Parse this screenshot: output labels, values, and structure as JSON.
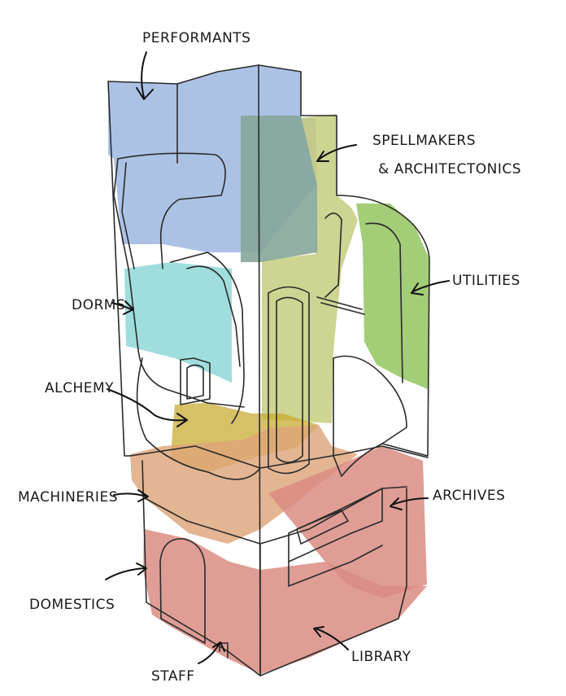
{
  "labels": {
    "performants": "PERFORMANTS",
    "spellmakers_1": "SPELLMAKERS",
    "spellmakers_2": "& ARCHITECTONICS",
    "utilities": "UTILITIES",
    "dorms": "DORMS",
    "alchemy": "ALCHEMY",
    "machineries": "MACHINERIES",
    "archives": "ARCHIVES",
    "domestics": "DOMESTICS",
    "staff": "STAFF",
    "library": "LIBRARY"
  },
  "colors": {
    "performants": "#9db7e1",
    "spellmakers": "#c6cd7e",
    "overlap": "#86a69a",
    "utilities": "#99c868",
    "dorms": "#8fd8d8",
    "alchemy": "#c9ac33",
    "machineries": "#dea57a",
    "archives": "#d98c82",
    "domestics": "#d98c82",
    "library": "#d98c82",
    "outline": "#2a2a2a"
  }
}
